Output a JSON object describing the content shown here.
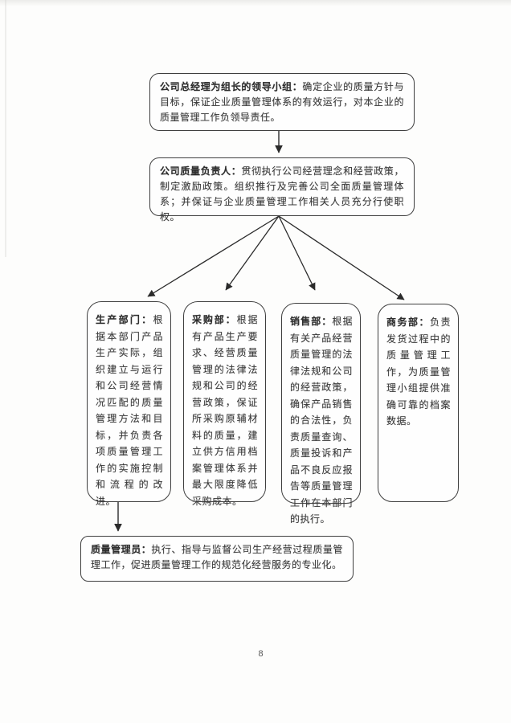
{
  "page": {
    "number": "8"
  },
  "flowchart": {
    "leader_box": {
      "label": "公司总经理为组长的领导小组：",
      "text": "确定企业的质量方针与目标，保证企业质量管理体系的有效运行，对本企业的质量管理工作负领导责任。"
    },
    "director_box": {
      "label": "公司质量负责人：",
      "text": "贯彻执行公司经营理念和经营政策，制定激励政策。组织推行及完善公司全面质量管理体系；并保证与企业质量管理工作相关人员充分行使职权。"
    },
    "departments": [
      {
        "label": "生产部门：",
        "text": "根据本部门产品生产实际，组织建立与运行和公司经营情况匹配的质量管理方法和目标，并负责各项质量管理工作的实施控制和流程的改进。"
      },
      {
        "label": "采购部：",
        "text": "根据有产品生产要求、经营质量管理的法律法规和公司的经营政策，保证所采购原辅材料的质量，建立供方信用档案管理体系并最大限度降低采购成本。"
      },
      {
        "label": "销售部：",
        "text": "根据有关产品经营质量管理的法律法规和公司的经营政策，确保产品销售的合法性，负责质量查询、质量投诉和产品不良反应报告等质量管理工作在本部门的执行。"
      },
      {
        "label": "商务部：",
        "text": "负责发货过程中的质量管理工作，为质量管理小组提供准确可靠的档案数据。"
      }
    ],
    "qmanager_box": {
      "label": "质量管理员：",
      "text": "执行、指导与监督公司生产经营过程质量管理工作，促进质量管理工作的规范化经营服务的专业化。"
    }
  },
  "colors": {
    "ink": "#3c3c3c",
    "box_border": "#3f3f3f",
    "paper": "#fdfdfc",
    "arrow": "#2b2b2b"
  }
}
